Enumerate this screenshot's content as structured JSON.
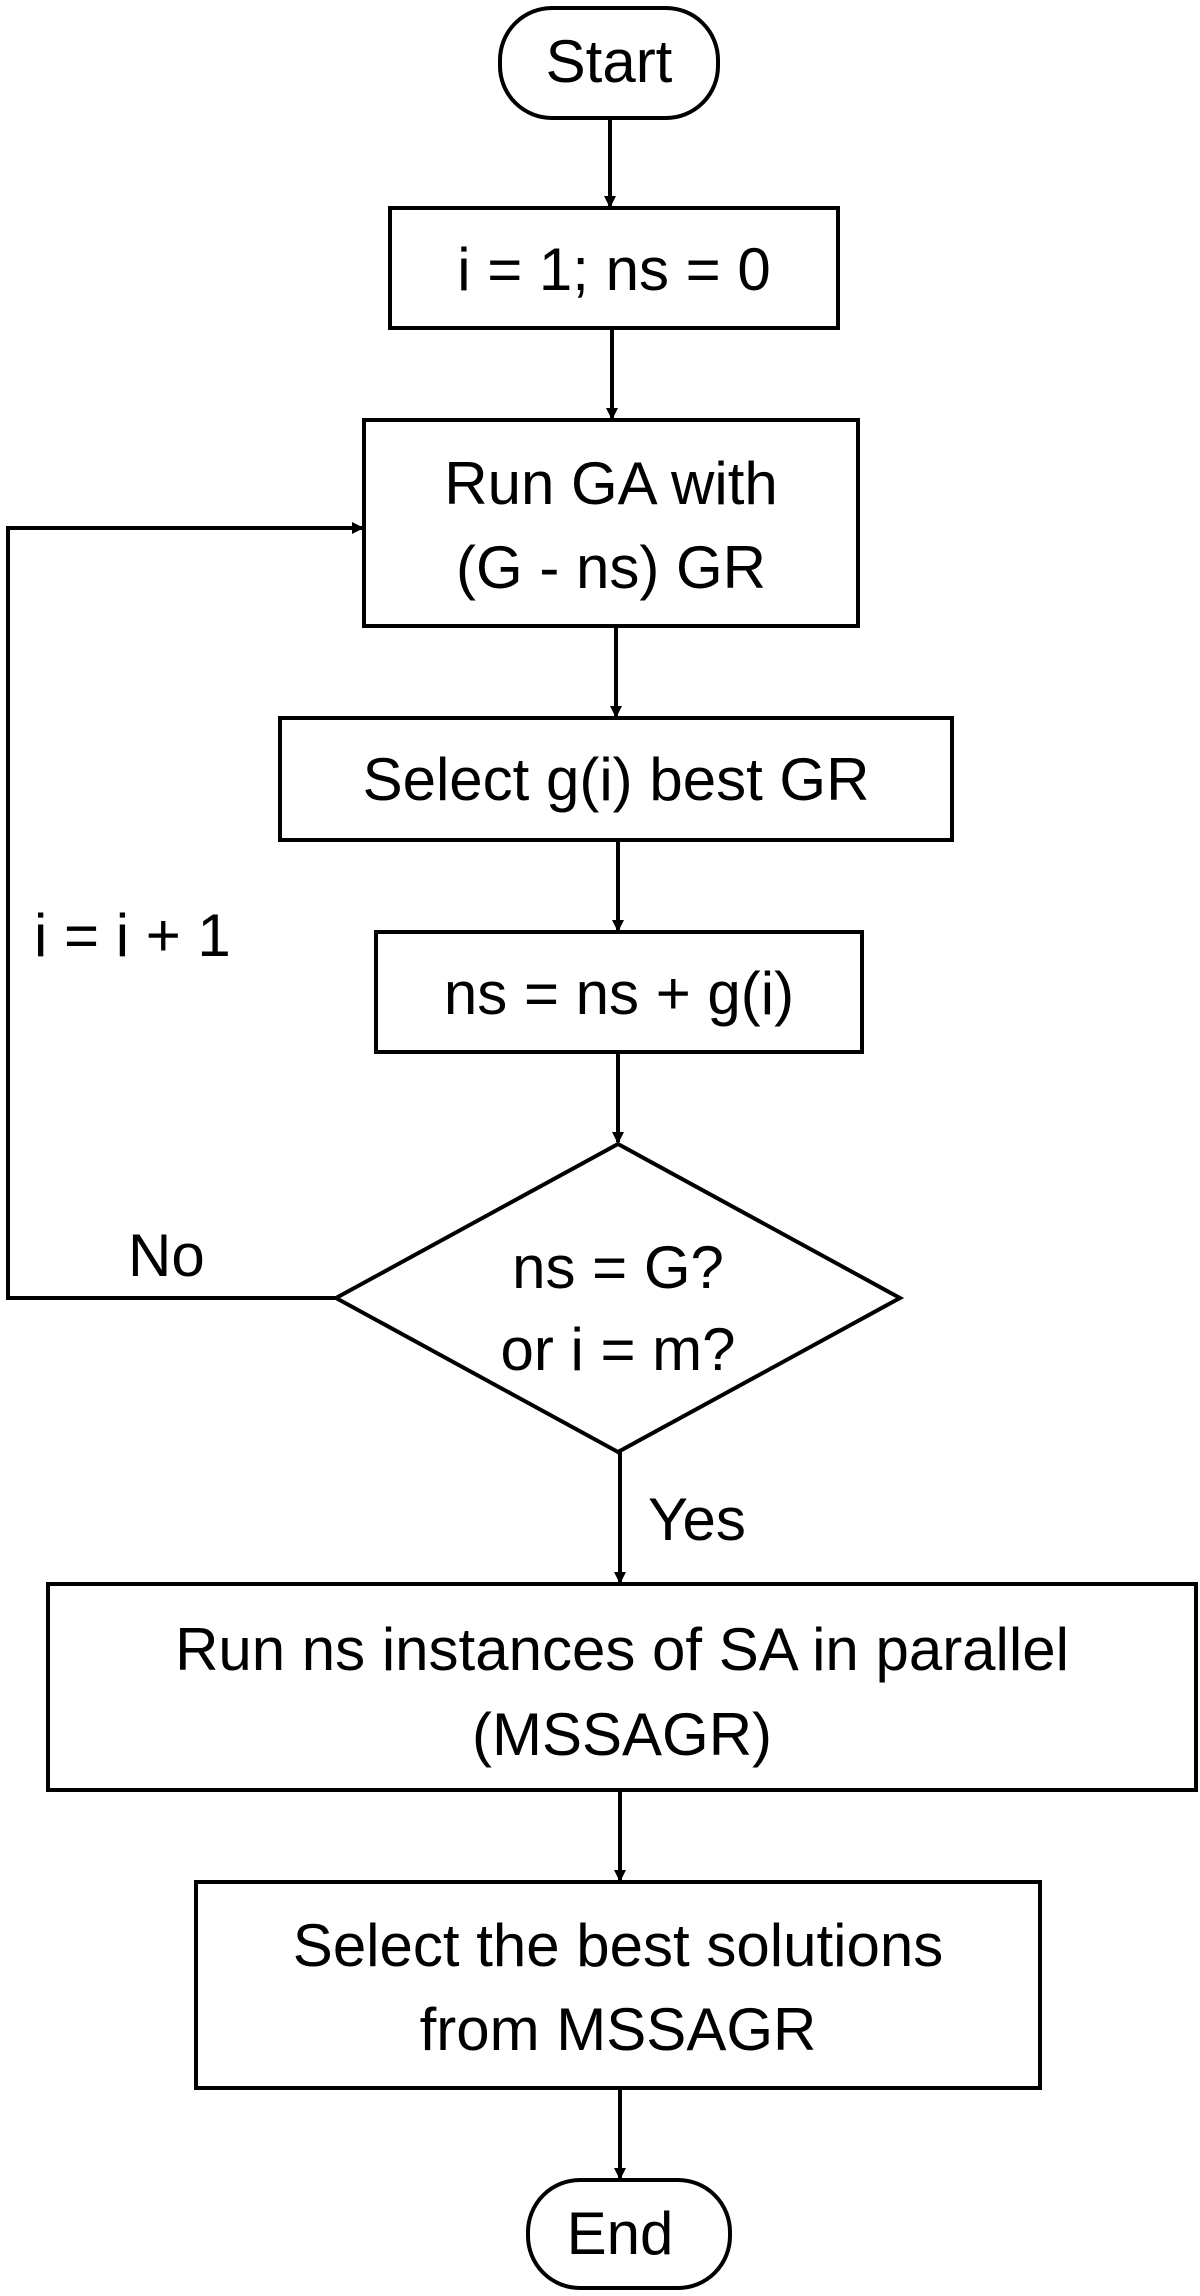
{
  "nodes": {
    "start": "Start",
    "init": "i = 1; ns = 0",
    "run_ga": {
      "line1": "Run GA  with",
      "line2": "(G - ns) GR"
    },
    "select": "Select g(i) best GR",
    "update": "ns = ns + g(i)",
    "decision": {
      "line1": "ns = G?",
      "line2": "or i = m?"
    },
    "run_sa": {
      "line1": "Run ns instances of SA in parallel",
      "line2": "(MSSAGR)"
    },
    "select_best": {
      "line1": "Select the best solutions",
      "line2": "from MSSAGR"
    },
    "end": "End"
  },
  "edges": {
    "loop_label": "i = i + 1",
    "no_label": "No",
    "yes_label": "Yes"
  }
}
